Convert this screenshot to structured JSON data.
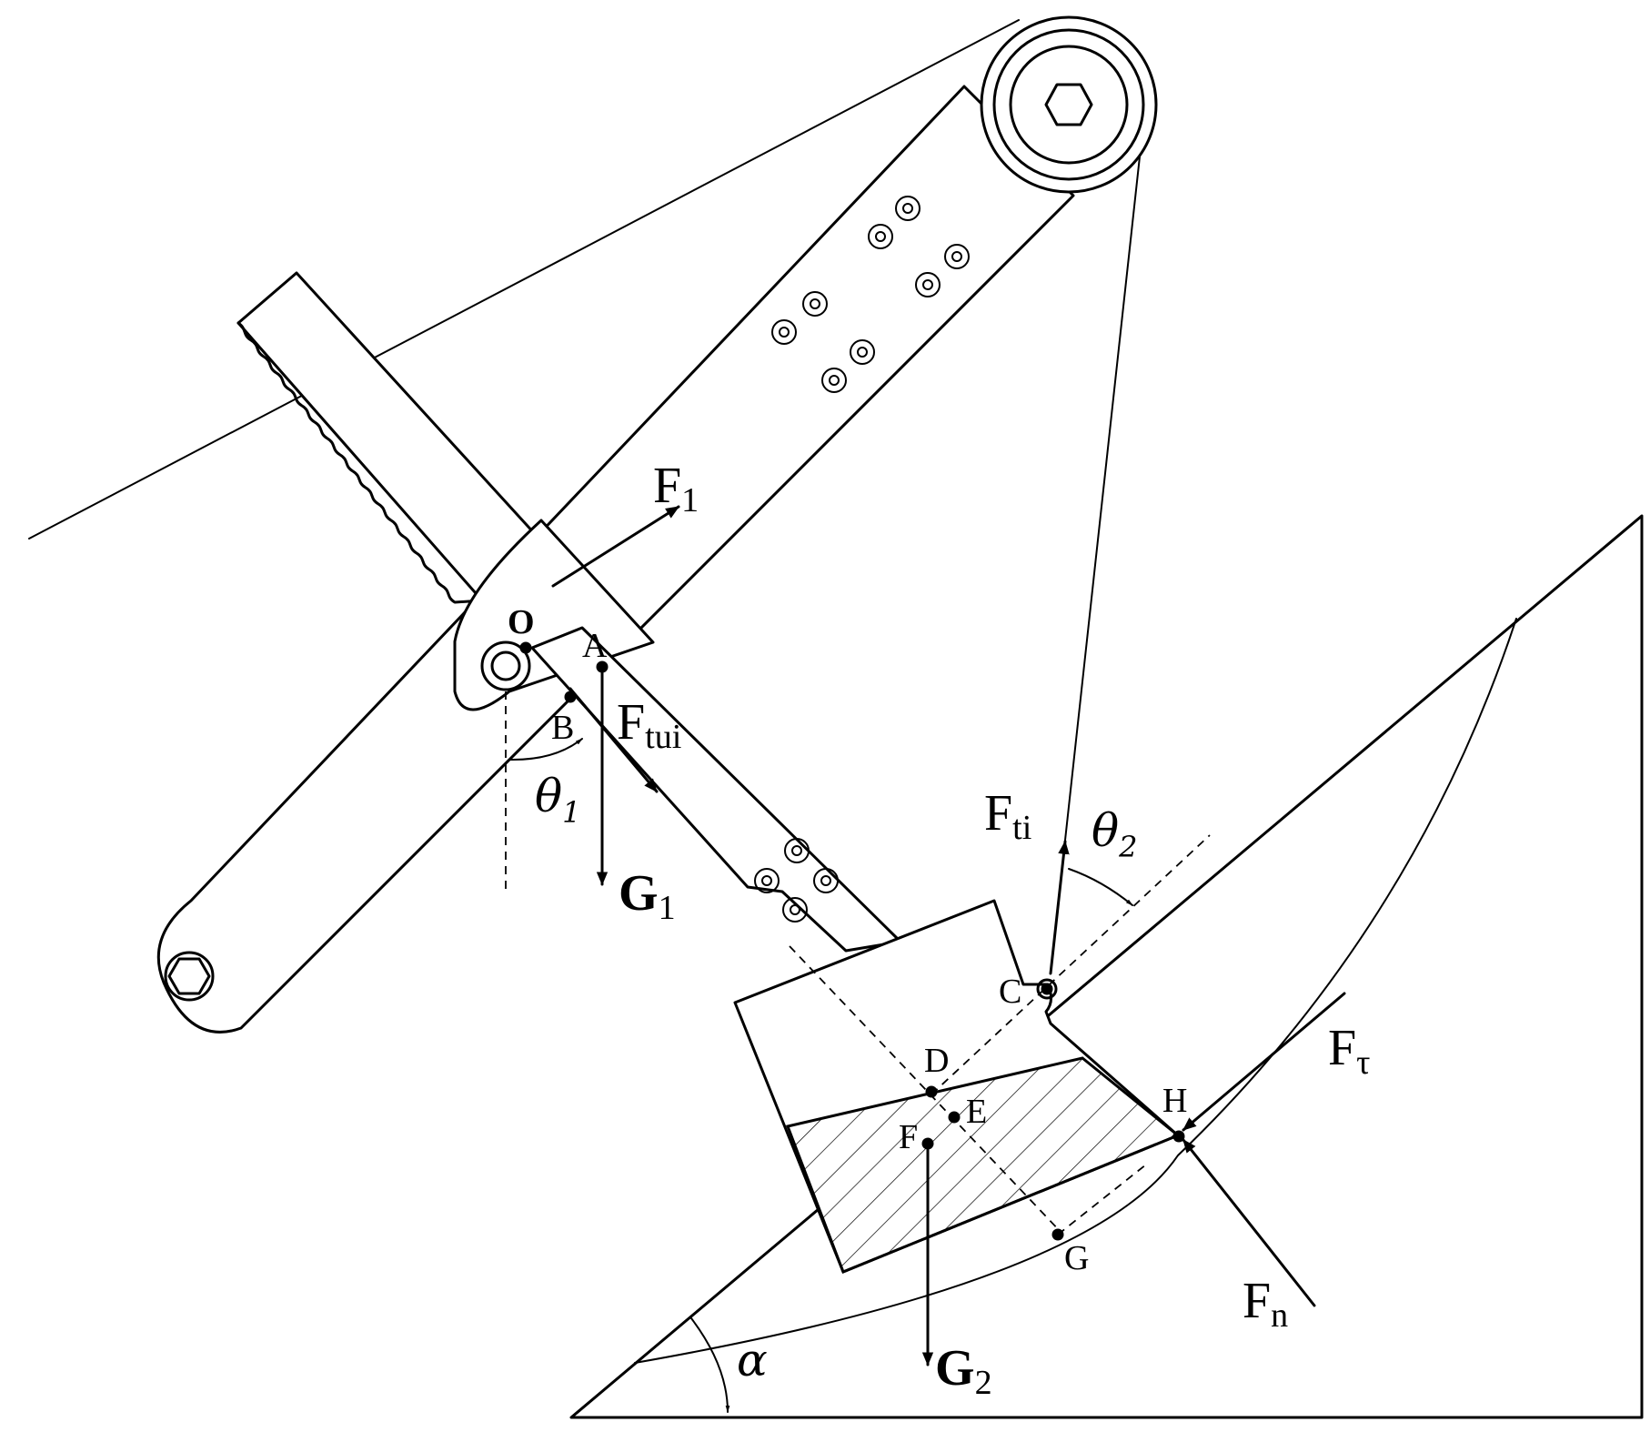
{
  "labels": {
    "F1": {
      "main": "F",
      "sub": "1"
    },
    "Ftui": {
      "main": "F",
      "sub": "tui"
    },
    "G1": {
      "main": "G",
      "sub": "1"
    },
    "Fti": {
      "main": "F",
      "sub": "ti"
    },
    "G2": {
      "main": "G",
      "sub": "2"
    },
    "Ftau": {
      "main": "F",
      "sub": "τ"
    },
    "Fn": {
      "main": "F",
      "sub": "n"
    },
    "theta1": {
      "main": "θ",
      "sub": "1"
    },
    "theta2": {
      "main": "θ",
      "sub": "2"
    },
    "alpha": "α"
  },
  "points": {
    "O": "O",
    "A": "A",
    "B": "B",
    "C": "C",
    "D": "D",
    "E": "E",
    "F": "F",
    "G": "G",
    "H": "H"
  },
  "colors": {
    "ink": "#000000",
    "paper": "#ffffff"
  }
}
